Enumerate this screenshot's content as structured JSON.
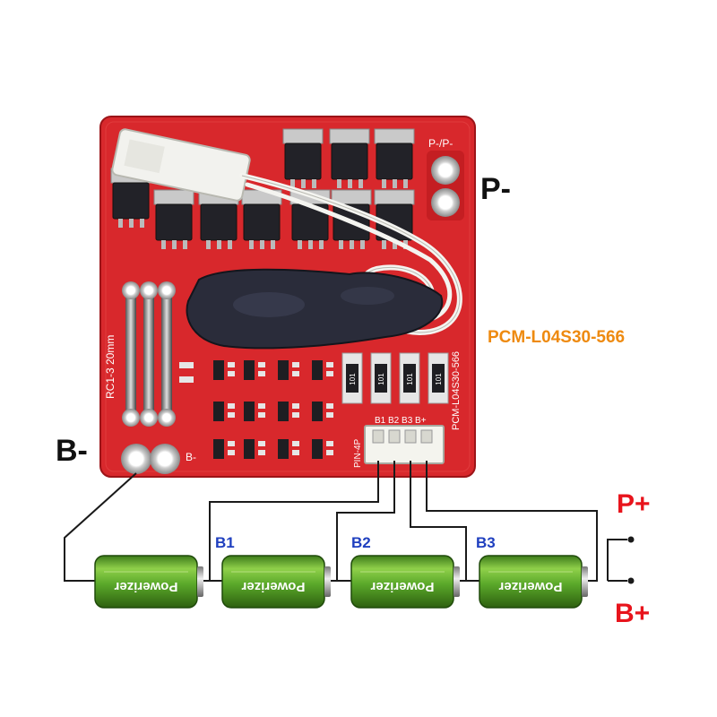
{
  "pcb": {
    "silk_ppp": "P-/P-",
    "silk_bminus": "B-",
    "silk_shunt": "RC1-3 20mm",
    "silk_model": "PCM-L04S30-566",
    "silk_pin": "PIN-4P",
    "silk_connector": "B1 B2 B3 B+",
    "resistor_code": "101",
    "mosfet_count": 10,
    "board_color": "#d8282c"
  },
  "labels": {
    "p_minus": "P-",
    "b_minus": "B-",
    "model": "PCM-L04S30-566",
    "p_plus": "P+",
    "b_plus": "B+",
    "b1": "B1",
    "b2": "B2",
    "b3": "B3"
  },
  "colors": {
    "model_text": "#ee8a10",
    "terminal_plus": "#e8141c",
    "tap_label": "#1f3fbf",
    "wire": "#1a1a1a",
    "cell_body": "#58a82c"
  },
  "cells": [
    {
      "brand": "Powerizer"
    },
    {
      "brand": "Powerizer"
    },
    {
      "brand": "Powerizer"
    },
    {
      "brand": "Powerizer"
    }
  ]
}
